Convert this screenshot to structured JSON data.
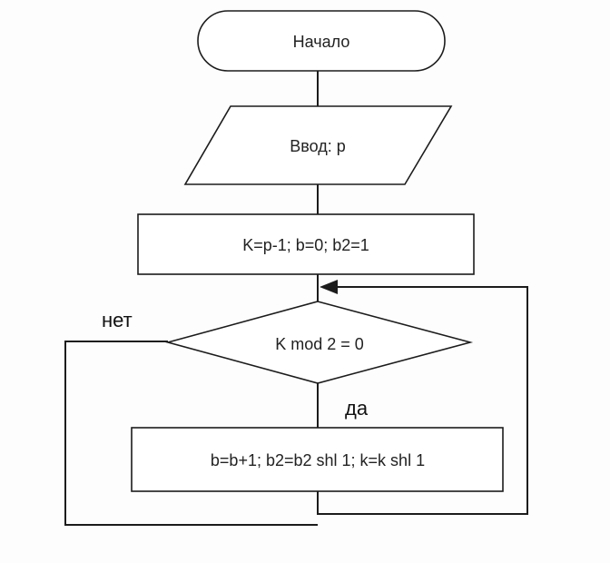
{
  "flowchart": {
    "start": "Начало",
    "input": "Ввод: p",
    "init": "K=p-1; b=0; b2=1",
    "condition": "K mod 2 = 0",
    "loop_body": "b=b+1; b2=b2 shl 1; k=k shl 1",
    "label_no": "нет",
    "label_yes": "да"
  }
}
